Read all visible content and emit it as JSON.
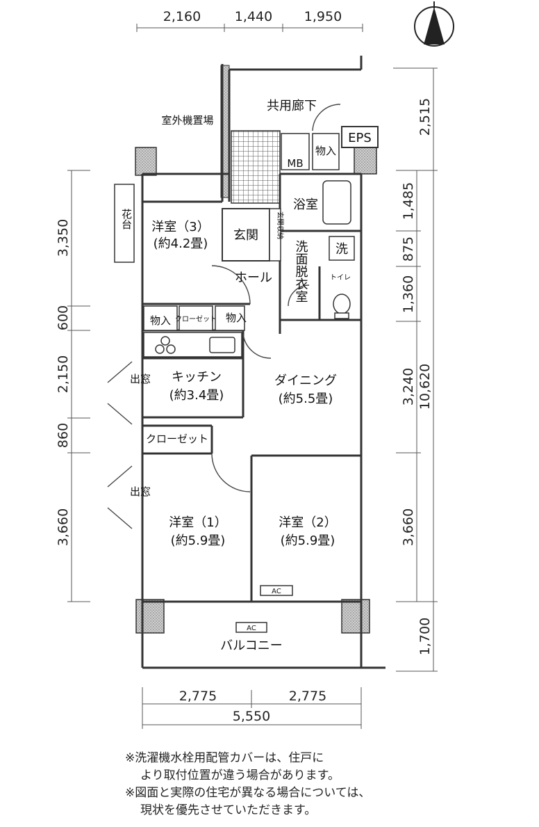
{
  "dims_top": [
    "2,160",
    "1,440",
    "1,950"
  ],
  "dims_left": [
    "3,350",
    "600",
    "2,150",
    "860",
    "3,660"
  ],
  "dims_right_inner": [
    "1,485",
    "875",
    "1,360",
    "3,240",
    "3,660"
  ],
  "dims_right_outer": [
    "2,515",
    "10,620",
    "1,700"
  ],
  "dims_bottom": [
    "2,775",
    "2,775",
    "5,550"
  ],
  "rooms": {
    "corridor": "共用廊下",
    "outdoor_unit": "室外機置場",
    "eps": "EPS",
    "mb": "MB",
    "storage": "物入",
    "bath": "浴室",
    "entrance": "玄関",
    "shoe_storage": "玄関収納",
    "washer": "洗",
    "washroom": "洗面脱衣室",
    "toilet": "トイレ",
    "hall": "ホール",
    "western3": "洋室（3）",
    "western3_size": "(約4.2畳)",
    "planter": "花台",
    "closet_small": "クローゼット",
    "kitchen": "キッチン",
    "kitchen_size": "(約3.4畳)",
    "dining": "ダイニング",
    "dining_size": "(約5.5畳)",
    "bay_window": "出窓",
    "closet": "クローゼット",
    "western1": "洋室（1）",
    "western1_size": "(約5.9畳)",
    "western2": "洋室（2）",
    "western2_size": "(約5.9畳)",
    "ac": "AC",
    "balcony": "バルコニー"
  },
  "notes": [
    "※洗濯機水栓用配管カバーは、住戸に",
    "より取付位置が違う場合があります。",
    "※図面と実際の住宅が異なる場合については、",
    "現状を優先させていただきます。"
  ]
}
